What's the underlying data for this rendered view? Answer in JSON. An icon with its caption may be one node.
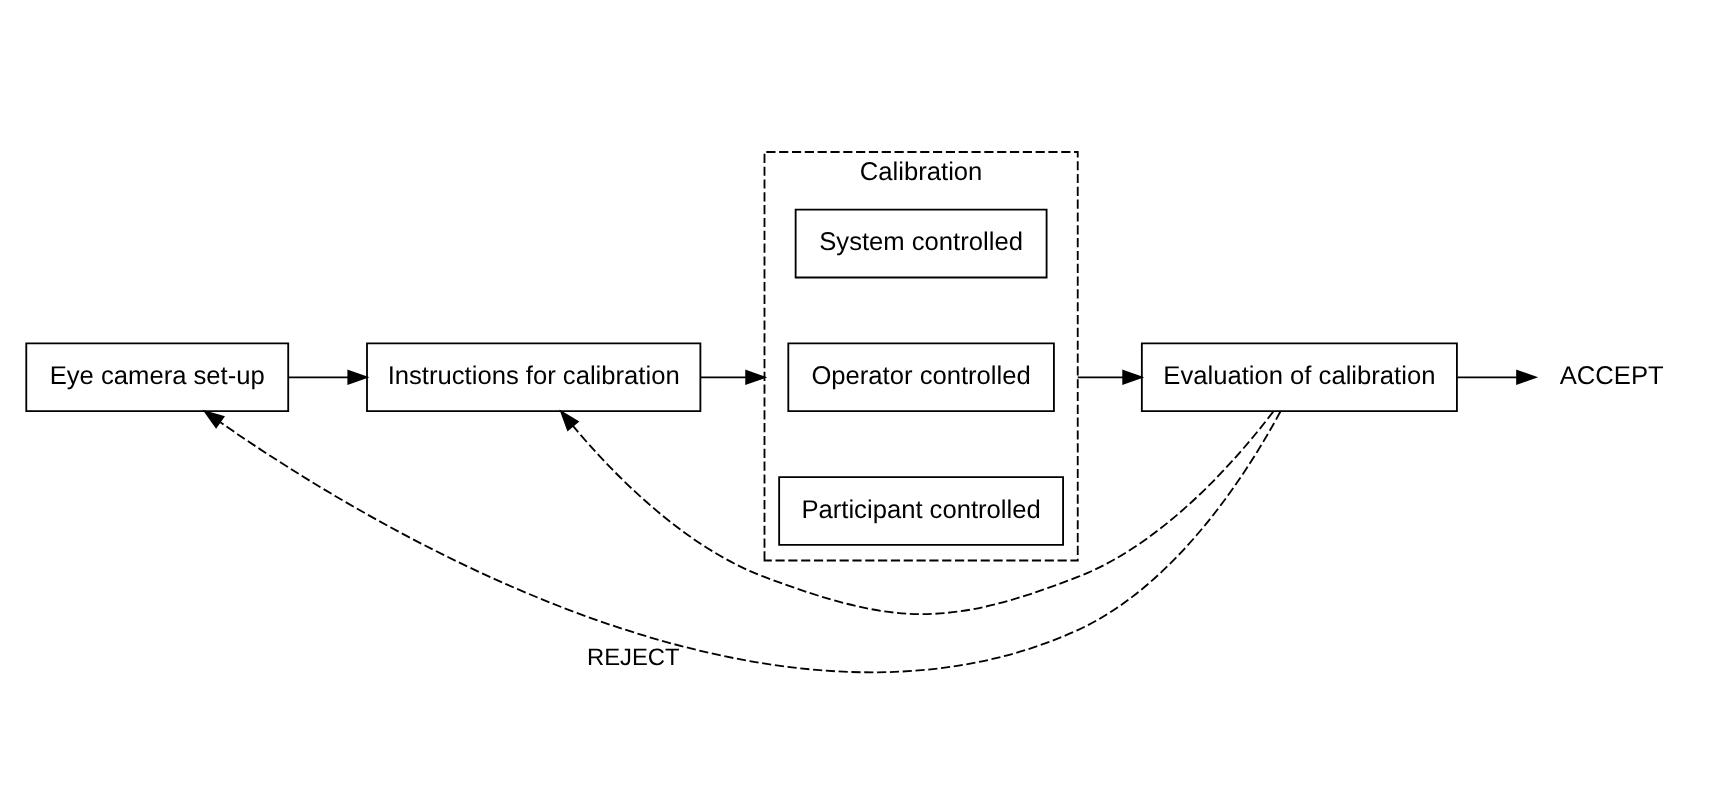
{
  "diagram": {
    "nodes": [
      {
        "text": [
          "Eye camera set-up"
        ]
      },
      {
        "text": [
          "Instructions for calibration"
        ]
      },
      {
        "text": [
          "Calibration"
        ]
      },
      {
        "text": [
          "System controlled"
        ],
        "in": 2
      },
      {
        "text": [
          "Operator controlled"
        ],
        "in": 2
      },
      {
        "text": [
          "Participant controlled"
        ],
        "in": 2
      },
      {
        "text": [
          "Evaluation of calibration"
        ]
      },
      {
        "text": [
          "ACCEPT"
        ]
      }
    ],
    "edges": [
      {
        "from": 0,
        "to": 1,
        "arrow": "to"
      },
      {
        "from": 1,
        "to": 2,
        "arrow": "to"
      },
      {
        "from": 2,
        "to": 6,
        "arrow": "to"
      },
      {
        "from": 6,
        "to": 7,
        "arrow": "to"
      },
      {
        "from": 6,
        "to": 0,
        "arrow": "to",
        "label": "REJECT",
        "style": "dashed"
      },
      {
        "from": 6,
        "to": 1,
        "arrow": "to",
        "style": "dashed"
      }
    ]
  }
}
